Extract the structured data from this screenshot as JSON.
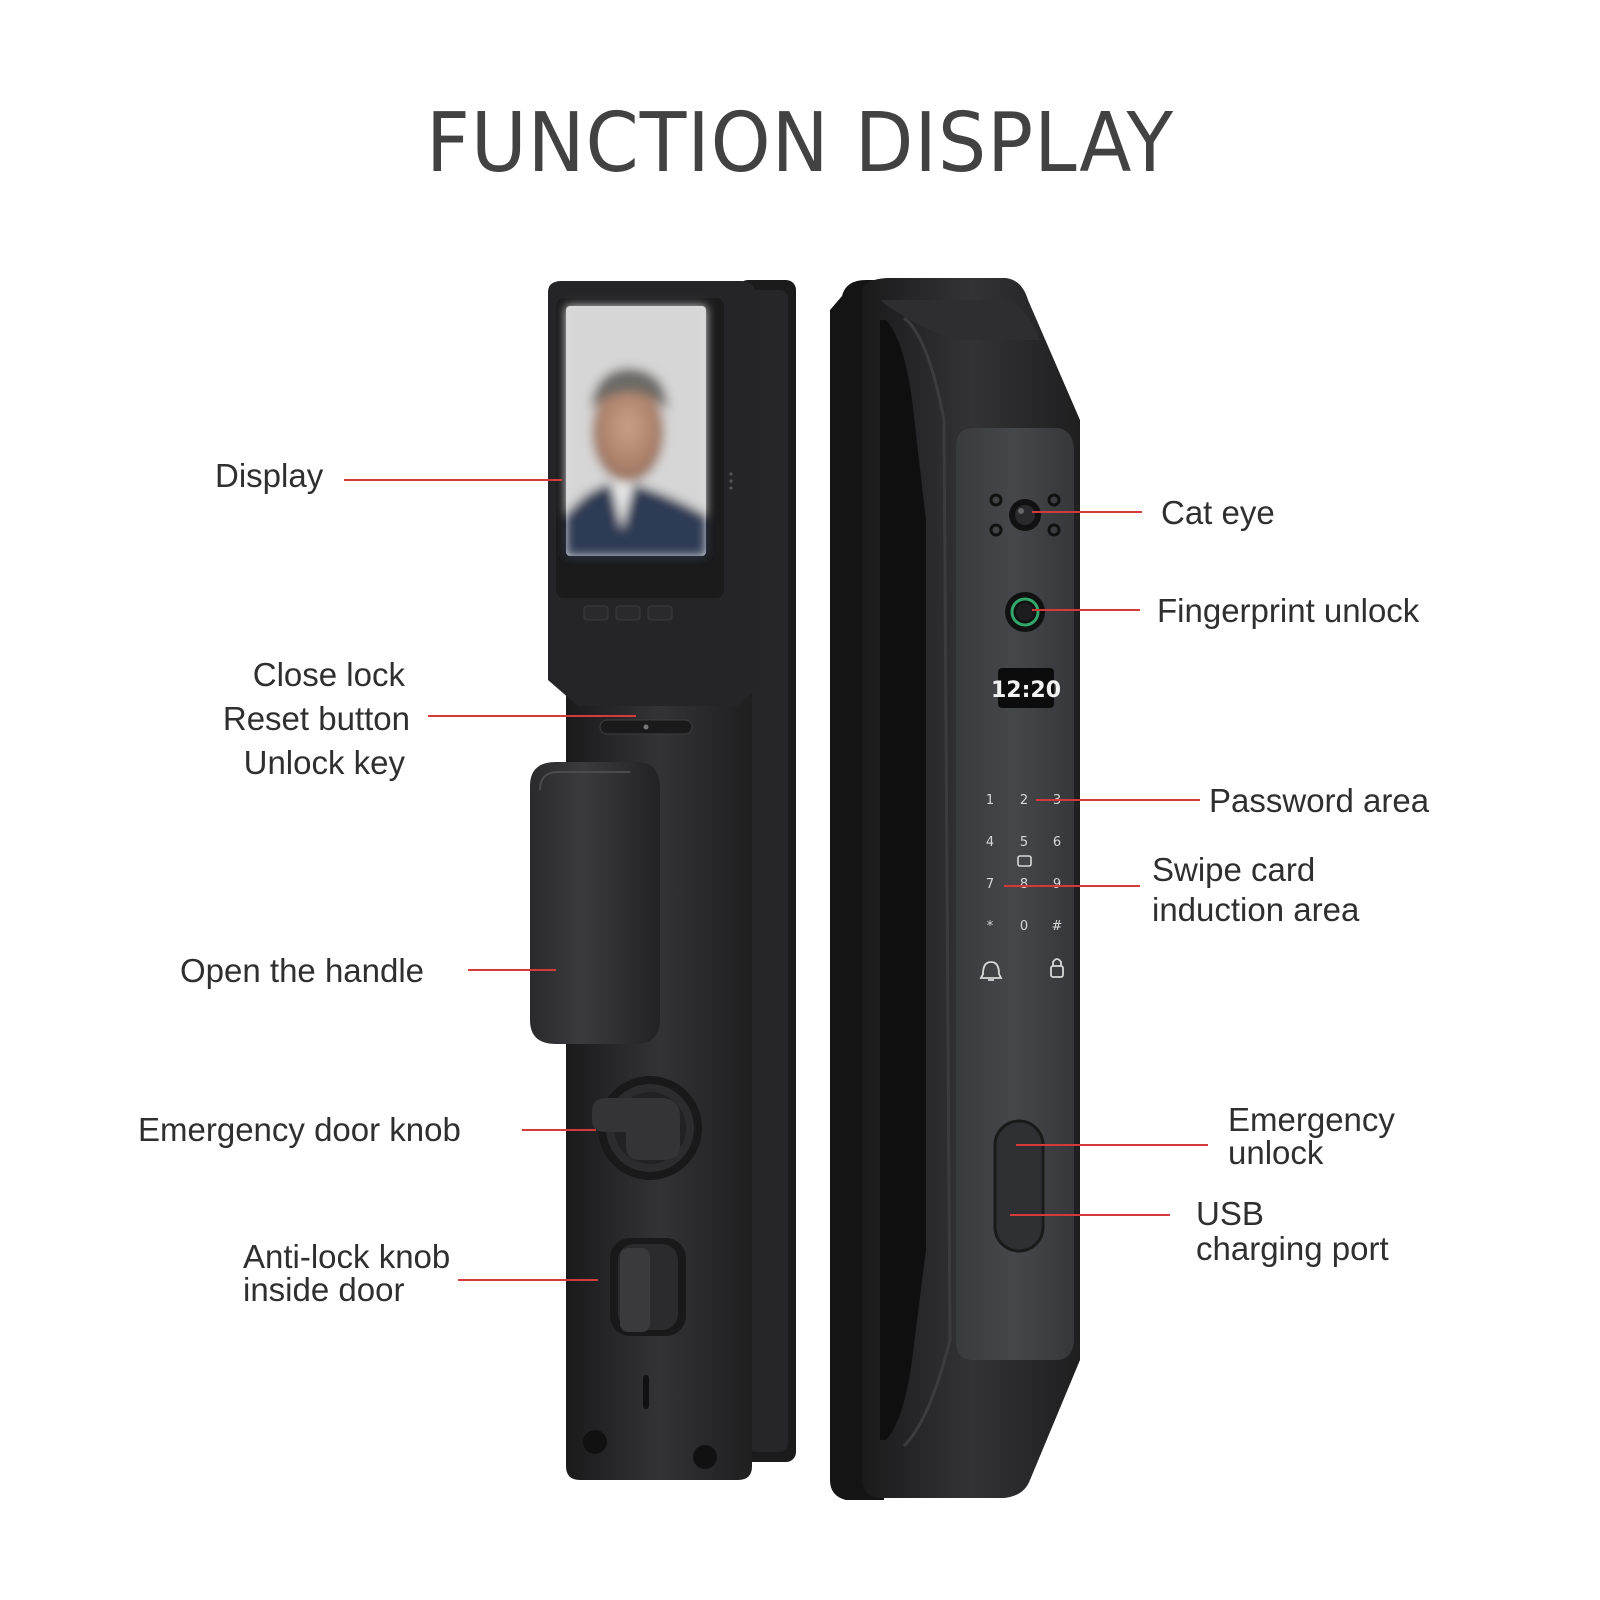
{
  "title": "FUNCTION DISPLAY",
  "labels": {
    "display": "Display",
    "close_lock": "Close lock",
    "reset_button": "Reset button",
    "unlock_key": "Unlock key",
    "open_handle": "Open the handle",
    "emergency_knob": "Emergency door knob",
    "anti_lock_1": "Anti-lock knob",
    "anti_lock_2": "inside door",
    "cat_eye": "Cat eye",
    "fingerprint": "Fingerprint unlock",
    "password_area": "Password area",
    "swipe_card_1": "Swipe card",
    "swipe_card_2": "induction area",
    "emergency_unlock_1": "Emergency",
    "emergency_unlock_2": "unlock",
    "usb_1": "USB",
    "usb_2": "charging port"
  },
  "screen_time": "12:20",
  "keypad": [
    "1",
    "2",
    "3",
    "4",
    "5",
    "6",
    "7",
    "8",
    "9",
    "*",
    "0",
    "#"
  ],
  "colors": {
    "leader_line": "#d43a3a",
    "lock_body": "#2b2b2d",
    "lock_dark": "#161617",
    "text": "#2f2f2f"
  }
}
